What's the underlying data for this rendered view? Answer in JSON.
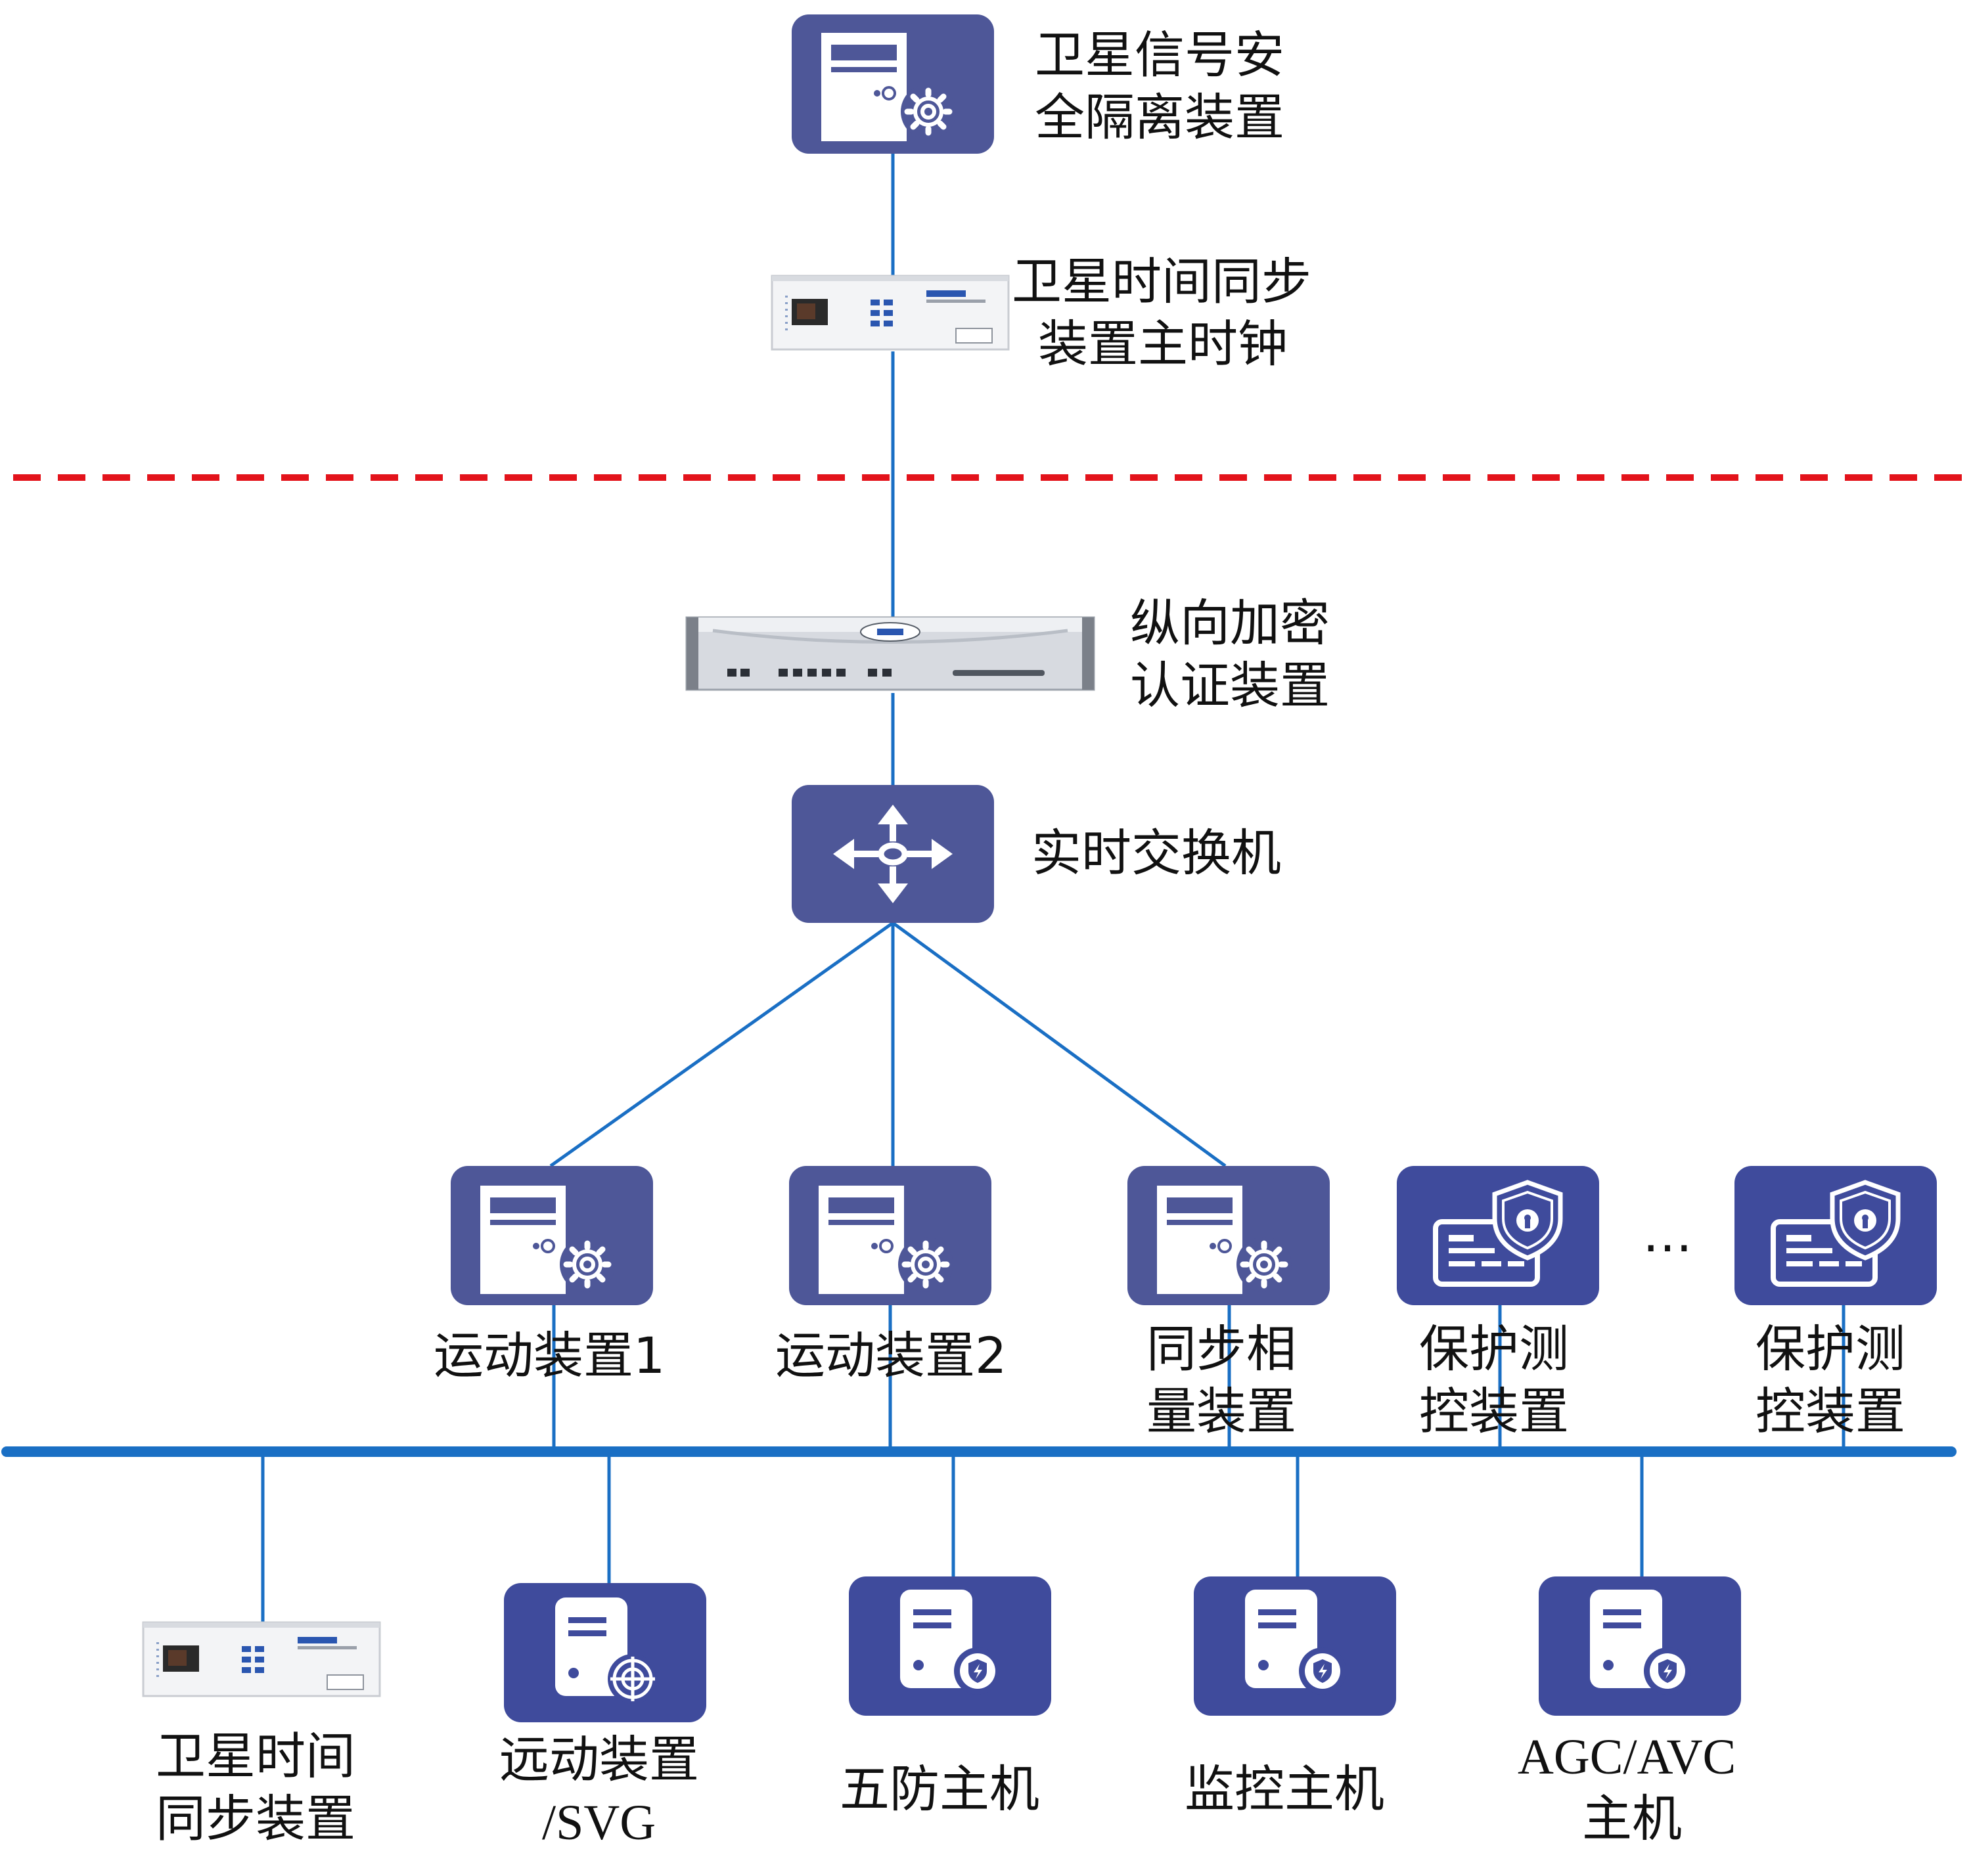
{
  "colors": {
    "box": "#4e5798",
    "box_dark": "#3f4b9c",
    "line": "#1a6fc4",
    "bus": "#1a6fc4",
    "boundary": "#e3131b",
    "icon": "#ffffff"
  },
  "nodes": {
    "isolation": {
      "label": [
        "卫星信号安",
        "全隔离装置"
      ],
      "icon": "server-gear-icon"
    },
    "master_clock": {
      "label": [
        "卫星时间同步",
        "装置主时钟"
      ],
      "icon": "clock-device-photo"
    },
    "encryption": {
      "label": [
        "纵向加密",
        "认证装置"
      ],
      "icon": "encryption-device-photo"
    },
    "switch": {
      "label": [
        "实时交换机"
      ],
      "icon": "switch-arrows-icon"
    },
    "rtu1": {
      "label": [
        "运动装置1"
      ],
      "icon": "server-gear-icon"
    },
    "rtu2": {
      "label": [
        "运动装置2"
      ],
      "icon": "server-gear-icon"
    },
    "pmu": {
      "label": [
        "同步相",
        "量装置"
      ],
      "icon": "server-gear-icon"
    },
    "protection1": {
      "label": [
        "保护测",
        "控装置"
      ],
      "icon": "shield-card-icon"
    },
    "ellipsis": "…",
    "protection2": {
      "label": [
        "保护测",
        "控装置"
      ],
      "icon": "shield-card-icon"
    },
    "time_sync": {
      "label": [
        "卫星时间",
        "同步装置"
      ],
      "icon": "clock-device-photo"
    },
    "rtu_svg": {
      "label": [
        "远动装置",
        "/SVG"
      ],
      "icon": "server-target-icon"
    },
    "five_defense": {
      "label": [
        "五防主机"
      ],
      "icon": "server-shield-icon"
    },
    "monitor": {
      "label": [
        "监控主机"
      ],
      "icon": "server-shield-icon"
    },
    "agc_avc": {
      "label": [
        "AGC/AVC",
        "主机"
      ],
      "icon": "server-shield-icon"
    }
  }
}
